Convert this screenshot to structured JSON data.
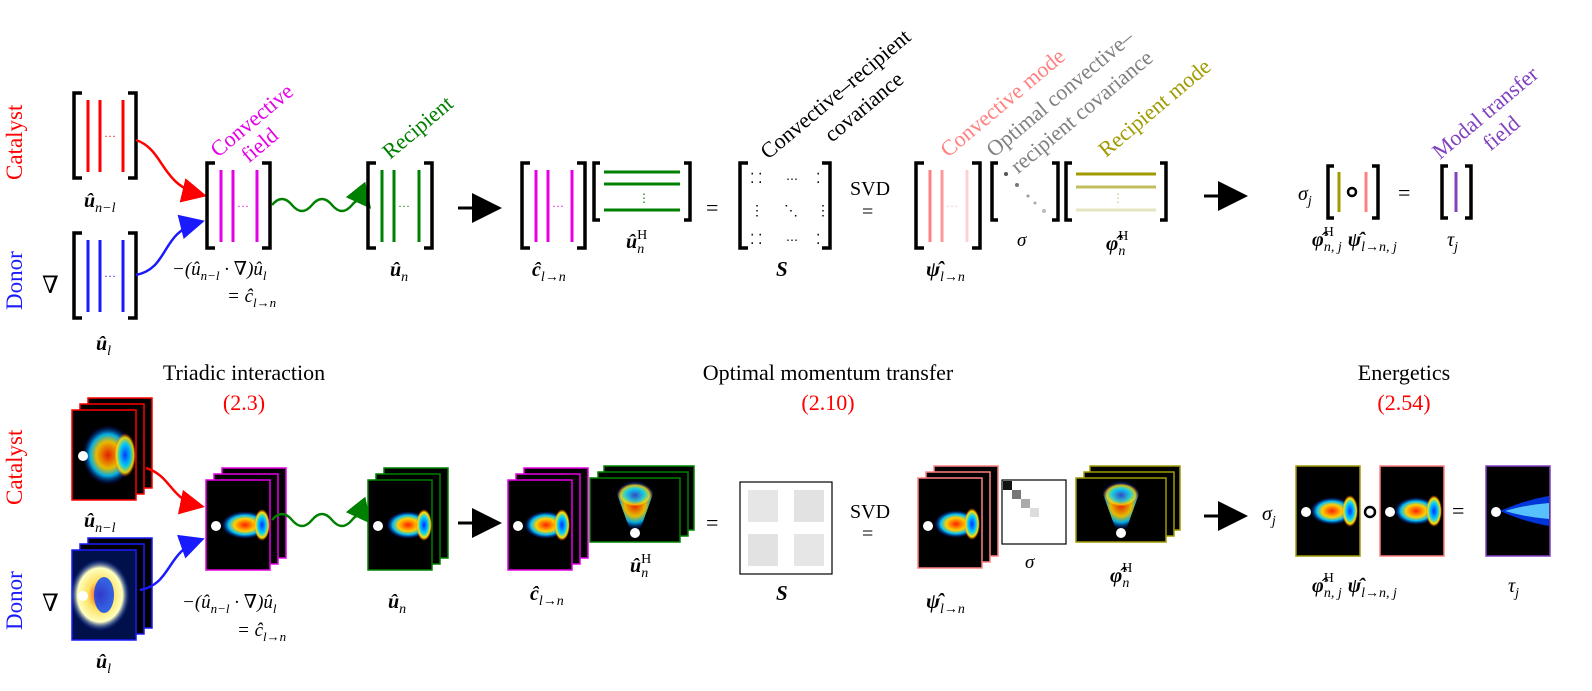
{
  "rows": {
    "catalyst": "Catalyst",
    "donor": "Donor",
    "nabla": "∇"
  },
  "top_labels": {
    "convective_field_1": "Convective",
    "convective_field_2": "field",
    "recipient": "Recipient",
    "covariance_1": "Convective–recipient",
    "covariance_2": "covariance",
    "convective_mode": "Convective mode",
    "optimal_cov_1": "Optimal convective–",
    "optimal_cov_2": "recipient covariance",
    "recipient_mode": "Recipient mode",
    "modal_transfer_1": "Modal transfer",
    "modal_transfer_2": "field"
  },
  "math": {
    "u_nl": "û",
    "u_nl_sub": "n−l",
    "u_l": "û",
    "u_l_sub": "l",
    "u_n": "û",
    "u_n_sub": "n",
    "conv_expr": "−(û",
    "conv_expr_sub": "n−l",
    "conv_expr_mid": " · ∇)û",
    "conv_expr_sub2": "l",
    "c_eq": "= ĉ",
    "c_sub": "l→n",
    "c": "ĉ",
    "uH_sup": "H",
    "S": "S",
    "equals": "=",
    "svd": "SVD",
    "psi": "ψ̂",
    "psi_sub": "l→n",
    "sigma": "σ",
    "phi": "φ̂",
    "phi_sup": "H",
    "phi_sub": "n",
    "sigma_j": "σ",
    "j": "j",
    "phi_nj_sub": "n, j",
    "psi_lnj_sub": "l→n, j",
    "tau": "τ",
    "circ": "∘"
  },
  "sections": [
    {
      "title": "Triadic interaction",
      "ref": "(2.3)"
    },
    {
      "title": "Optimal momentum transfer",
      "ref": "(2.10)"
    },
    {
      "title": "Energetics",
      "ref": "(2.54)"
    }
  ],
  "colors": {
    "catalyst": "#ff0000",
    "donor": "#1a1aff",
    "convective": "#e600e6",
    "recipient": "#008000",
    "convective_mode": "#ff8080",
    "optimal_cov": "#808080",
    "recipient_mode": "#a09a00",
    "modal": "#8040c0",
    "ref": "#ff0000"
  }
}
